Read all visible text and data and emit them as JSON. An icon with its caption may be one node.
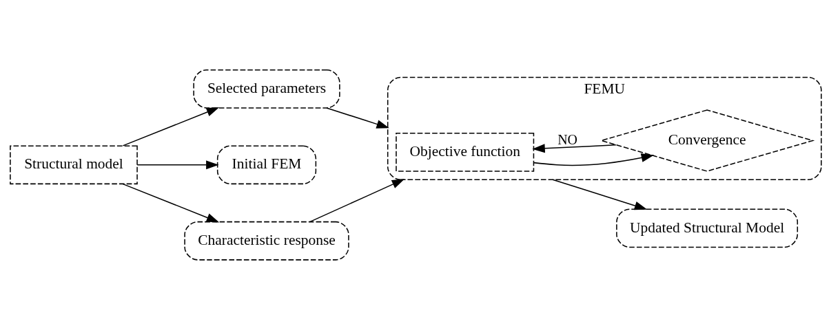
{
  "diagram": {
    "nodes": [
      {
        "text": [
          "Structural model"
        ]
      },
      {
        "text": [
          "Selected parameters"
        ]
      },
      {
        "text": [
          "Initial FEM"
        ]
      },
      {
        "text": [
          "Characteristic response"
        ]
      },
      {
        "text": [
          "FEMU"
        ]
      },
      {
        "text": [
          "Objective function"
        ],
        "in": 4
      },
      {
        "text": [
          "Convergence"
        ],
        "in": 4
      },
      {
        "text": [
          "Updated Structural Model"
        ]
      }
    ],
    "edges": [
      {
        "from": 0,
        "to": 1,
        "arrow": "to"
      },
      {
        "from": 0,
        "to": 2,
        "arrow": "to"
      },
      {
        "from": 0,
        "to": 3,
        "arrow": "to"
      },
      {
        "from": 1,
        "to": 4,
        "arrow": "to"
      },
      {
        "from": 3,
        "to": 4,
        "arrow": "to"
      },
      {
        "from": 5,
        "to": 6,
        "arrow": "to"
      },
      {
        "from": 6,
        "to": 5,
        "arrow": "to",
        "label": "NO"
      },
      {
        "from": 4,
        "to": 7,
        "arrow": "to"
      }
    ]
  }
}
